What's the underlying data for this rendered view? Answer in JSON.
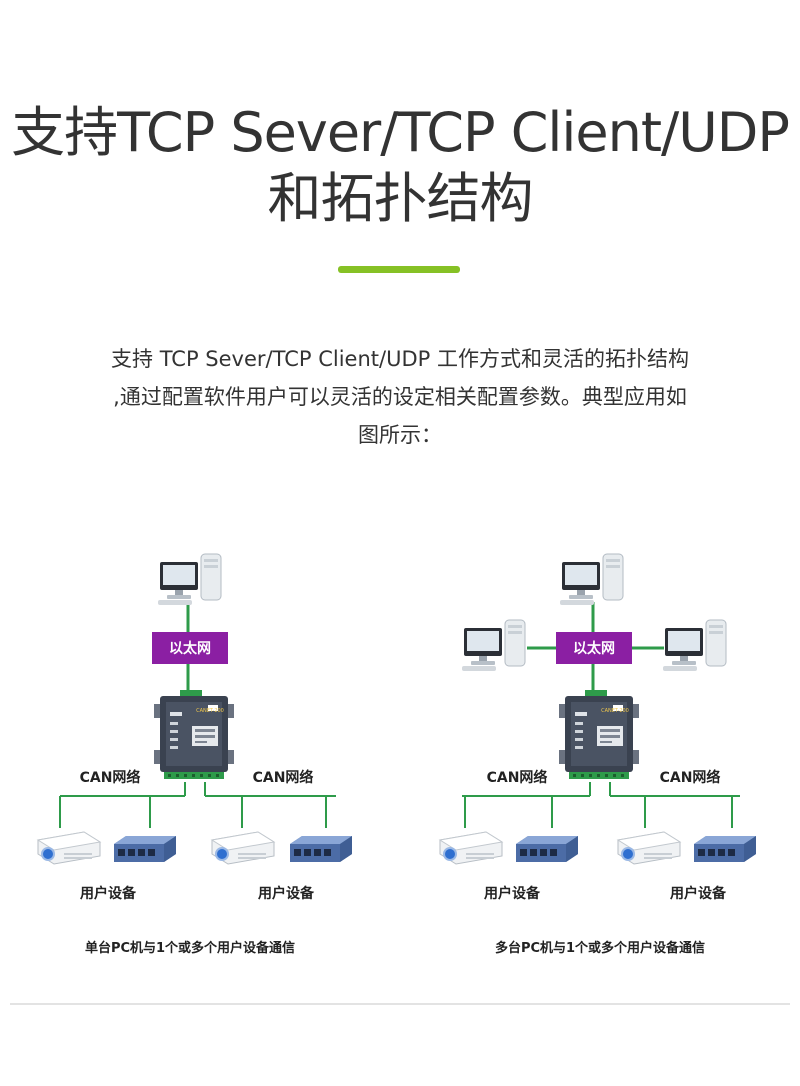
{
  "header": {
    "title_line1": "支持TCP Sever/TCP Client/UDP",
    "title_line2": "和拓扑结构"
  },
  "description": {
    "line1": "支持 TCP Sever/TCP Client/UDP 工作方式和灵活的拓扑结构",
    "line2": ",通过配置软件用户可以灵活的设定相关配置参数。典型应用如",
    "line3": "图所示："
  },
  "diagram": {
    "left": {
      "ethernet_label": "以太网",
      "can_left_label": "CAN网络",
      "can_right_label": "CAN网络",
      "user_left_label": "用户设备",
      "user_right_label": "用户设备",
      "caption": "单台PC机与1个或多个用户设备通信"
    },
    "right": {
      "ethernet_label": "以太网",
      "can_left_label": "CAN网络",
      "can_right_label": "CAN网络",
      "user_left_label": "用户设备",
      "user_right_label": "用户设备",
      "caption": "多台PC机与1个或多个用户设备通信"
    },
    "device_brand": "CANET-200",
    "colors": {
      "ethernet_box": "#8b1fa3",
      "network_line": "#2e9b4a",
      "device_body": "#3a4250"
    }
  }
}
